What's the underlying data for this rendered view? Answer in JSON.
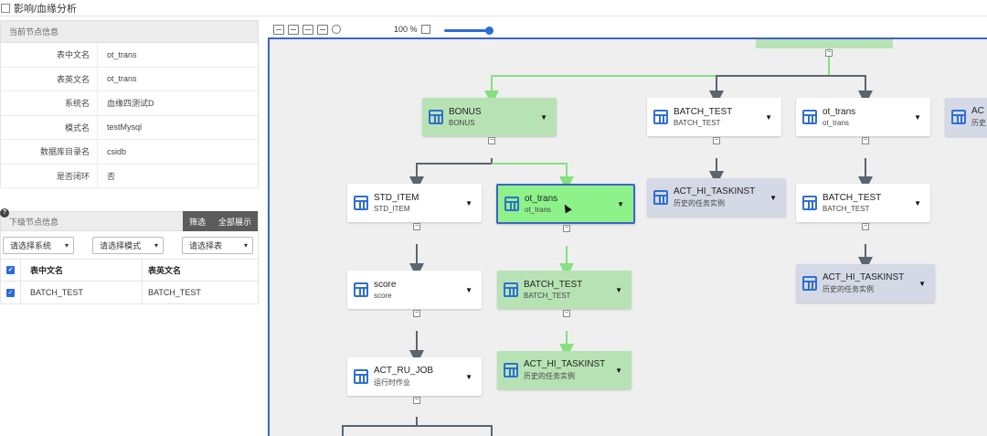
{
  "topbar": {
    "title": "影响/血缘分析"
  },
  "current": {
    "header": "当前节点信息",
    "rows": [
      {
        "k": "表中文名",
        "v": "ot_trans"
      },
      {
        "k": "表英文名",
        "v": "ot_trans"
      },
      {
        "k": "系统名",
        "v": "血缘四测试D"
      },
      {
        "k": "模式名",
        "v": "testMysql"
      },
      {
        "k": "数据库目录名",
        "v": "csidb"
      },
      {
        "k": "是否闭环",
        "v": "否"
      }
    ]
  },
  "down": {
    "header": "下级节点信息",
    "help": "?",
    "filter_btn": "筛选",
    "show_all_btn": "全部展示",
    "selects": [
      "请选择系统",
      "请选择模式",
      "请选择表"
    ],
    "table": {
      "headers": [
        "表中文名",
        "表英文名"
      ],
      "rows": [
        [
          "BATCH_TEST",
          "BATCH_TEST"
        ]
      ]
    }
  },
  "toolbar": {
    "zoom": "100 %"
  },
  "nodes": [
    {
      "title": "BONUS",
      "sub": "BONUS"
    },
    {
      "title": "BATCH_TEST",
      "sub": "BATCH_TEST"
    },
    {
      "title": "ot_trans",
      "sub": "ot_trans"
    },
    {
      "title": "AC",
      "sub": "历史"
    },
    {
      "title": "STD_ITEM",
      "sub": "STD_ITEM"
    },
    {
      "title": "ot_trans",
      "sub": "ot_trans"
    },
    {
      "title": "ACT_HI_TASKINST",
      "sub": "历史的任务实例"
    },
    {
      "title": "BATCH_TEST",
      "sub": "BATCH_TEST"
    },
    {
      "title": "score",
      "sub": "score"
    },
    {
      "title": "BATCH_TEST",
      "sub": "BATCH_TEST"
    },
    {
      "title": "ACT_HI_TASKINST",
      "sub": "历史的任务实例"
    },
    {
      "title": "ACT_RU_JOB",
      "sub": "运行时作业"
    },
    {
      "title": "ACT_HI_TASKINST",
      "sub": "历史的任务实例"
    }
  ],
  "colors": {
    "accent": "#2a6cd8",
    "green_node": "#b7e3b4",
    "active_node": "#8ef28a",
    "lilac_node": "#d5d9e6",
    "green_edge": "#86e07f",
    "gray_edge": "#5a6570"
  }
}
